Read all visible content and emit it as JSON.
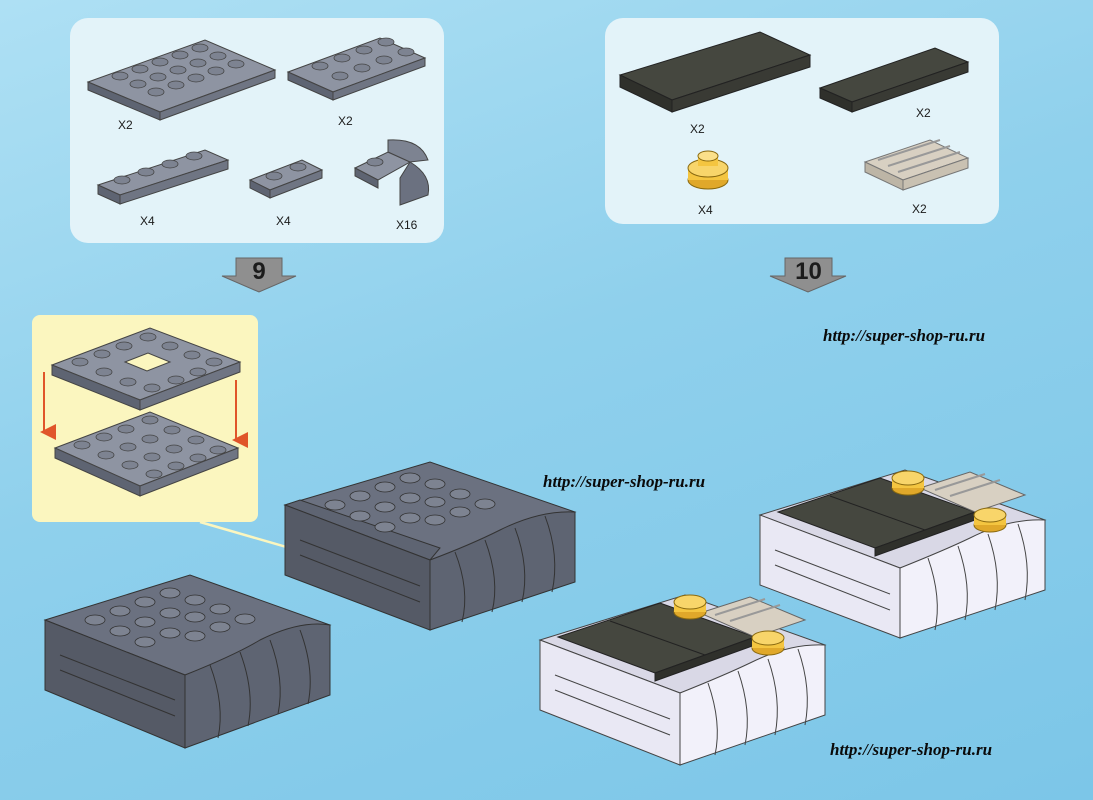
{
  "step9": {
    "number": "9",
    "parts": [
      {
        "name": "plate-4x6",
        "qty": "X2"
      },
      {
        "name": "plate-2x4",
        "qty": "X2"
      },
      {
        "name": "plate-1x4",
        "qty": "X4"
      },
      {
        "name": "plate-1x2",
        "qty": "X4"
      },
      {
        "name": "curved-slope",
        "qty": "X16"
      }
    ]
  },
  "step10": {
    "number": "10",
    "parts": [
      {
        "name": "tile-4x8-dark",
        "qty": "X2"
      },
      {
        "name": "tile-2x6-dark",
        "qty": "X2"
      },
      {
        "name": "round-plate-yellow",
        "qty": "X4"
      },
      {
        "name": "grille-tile-tan",
        "qty": "X2"
      }
    ]
  },
  "watermarks": [
    "http://super-shop-ru.ru",
    "http://super-shop-ru.ru",
    "http://super-shop-ru.ru"
  ],
  "colors": {
    "background": "#8fd0ec",
    "panel": "#e3f3f9",
    "callout": "#fbf6bf",
    "brick_gray": "#6b7180",
    "brick_dark": "#3d3f38",
    "brick_white": "#e9e8f4",
    "stud_yellow": "#f4c540",
    "arrow_orange": "#e0552a"
  }
}
